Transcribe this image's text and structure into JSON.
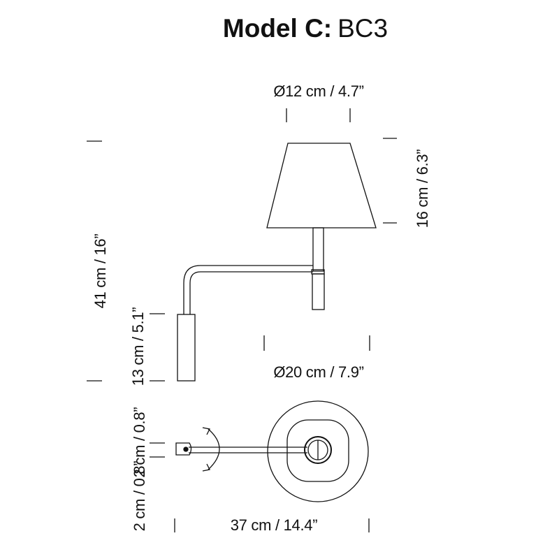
{
  "title": {
    "model": "Model C:",
    "code": "BC3"
  },
  "dimensions": {
    "shade_top_diameter": "Ø12 cm / 4.7”",
    "shade_height": "16 cm / 6.3”",
    "total_height": "41 cm / 16”",
    "base_height": "13 cm / 5.1”",
    "shade_bottom_diameter": "Ø20 cm / 7.9”",
    "base_depth": "2 cm / 0.8”",
    "base_gap": "2 cm / 0.8”",
    "total_length": "37 cm / 14.4”"
  },
  "colors": {
    "line": "#111111",
    "background": "#ffffff"
  }
}
